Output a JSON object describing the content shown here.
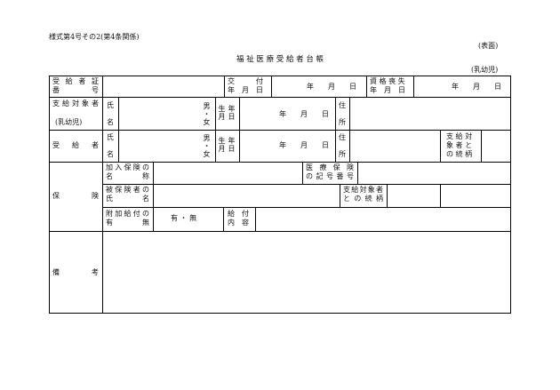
{
  "header": {
    "form_number": "様式第4号その2(第4条関係)",
    "side": "(表面)",
    "title": "福 祉 医 療 受 給 者 台 帳",
    "category": "(乳幼児)"
  },
  "row1": {
    "cert_no_line1": "受 給 者 証",
    "cert_no_line2": "番　　　　号",
    "issue_line1": "交　　　付",
    "issue_line2": "年　月　日",
    "issue_date": "年　　月　　日",
    "loss_line1": "資 格 喪 失",
    "loss_line2": "年　月　日",
    "loss_date": "年　　月　　日"
  },
  "row2": {
    "label_line1": "支給対象者",
    "label_line2": "(乳幼児)",
    "name_chars": [
      "氏",
      "名"
    ],
    "gender_male": "男",
    "gender_dot": "・",
    "gender_female": "女",
    "birth_v1": [
      "生",
      "月"
    ],
    "birth_v2": [
      "年",
      "日"
    ],
    "birth_date": "年　　月　　日",
    "address_chars": [
      "住",
      "所"
    ]
  },
  "row3": {
    "label": "受　給　者",
    "name_chars": [
      "氏",
      "名"
    ],
    "gender_male": "男",
    "gender_dot": "・",
    "gender_female": "女",
    "birth_v1": [
      "生",
      "月"
    ],
    "birth_v2": [
      "年",
      "日"
    ],
    "birth_date": "年　　月　　日",
    "address_chars": [
      "住",
      "所"
    ],
    "relation_lines": [
      "支 給 対",
      "象 者 と",
      "の 続 柄"
    ]
  },
  "insurance": {
    "section_label": "保　　険",
    "insurance_name_line1": "加入保険の",
    "insurance_name_line2": "名　　　称",
    "medical_no_line1": "医 療 保 険",
    "medical_no_line2": "の記号番号",
    "insured_line1": "被保険者の",
    "insured_line2": "氏　　　名",
    "relation_line1": "支給対象者",
    "relation_line2": "と の 続 柄",
    "benefit_line1": "附加給付の",
    "benefit_line2": "有　　　無",
    "benefit_value": "有 ・ 無",
    "content_line1": "給　付",
    "content_line2": "内　容"
  },
  "remarks": {
    "label": "備　　考"
  }
}
